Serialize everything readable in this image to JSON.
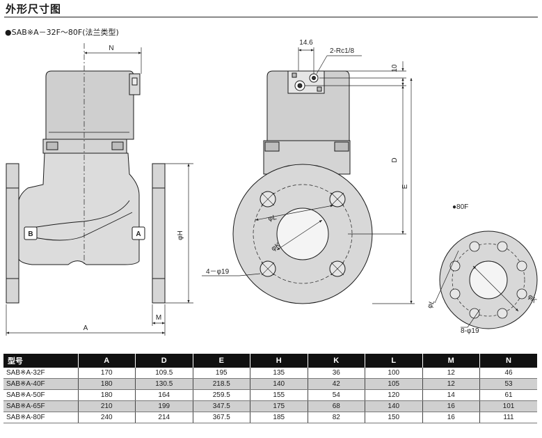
{
  "page": {
    "title": "外形尺寸图",
    "subtitle": "●SAB※A－32F～80F(法兰类型)"
  },
  "drawing": {
    "side_view": {
      "label_n": "N",
      "port_b": "B",
      "port_a": "A",
      "label_phi_h": "φH",
      "label_m": "M",
      "label_a": "A"
    },
    "front_view": {
      "label_14_6": "14.6",
      "label_rc": "2-Rc1/8",
      "label_10": "10",
      "label_d": "D",
      "label_e": "E",
      "label_phi_l": "φL",
      "label_phi_k": "φK",
      "label_holes": "4－φ19"
    },
    "flange_80f": {
      "title": "●80F",
      "label_phi_l": "φL",
      "label_phi_k": "φK",
      "label_holes": "8-φ19"
    }
  },
  "table": {
    "headers": [
      "型号",
      "A",
      "D",
      "E",
      "H",
      "K",
      "L",
      "M",
      "N"
    ],
    "rows": [
      [
        "SAB※A-32F",
        "170",
        "109.5",
        "195",
        "135",
        "36",
        "100",
        "12",
        "46"
      ],
      [
        "SAB※A-40F",
        "180",
        "130.5",
        "218.5",
        "140",
        "42",
        "105",
        "12",
        "53"
      ],
      [
        "SAB※A-50F",
        "180",
        "164",
        "259.5",
        "155",
        "54",
        "120",
        "14",
        "61"
      ],
      [
        "SAB※A-65F",
        "210",
        "199",
        "347.5",
        "175",
        "68",
        "140",
        "16",
        "101"
      ],
      [
        "SAB※A-80F",
        "240",
        "214",
        "367.5",
        "185",
        "82",
        "150",
        "16",
        "111"
      ]
    ]
  },
  "colors": {
    "body_fill": "#dcdcdc",
    "housing_fill": "#cfcfcf",
    "line": "#1a1a1a",
    "header_bg": "#111111",
    "row_alt": "#d0d0d0"
  }
}
